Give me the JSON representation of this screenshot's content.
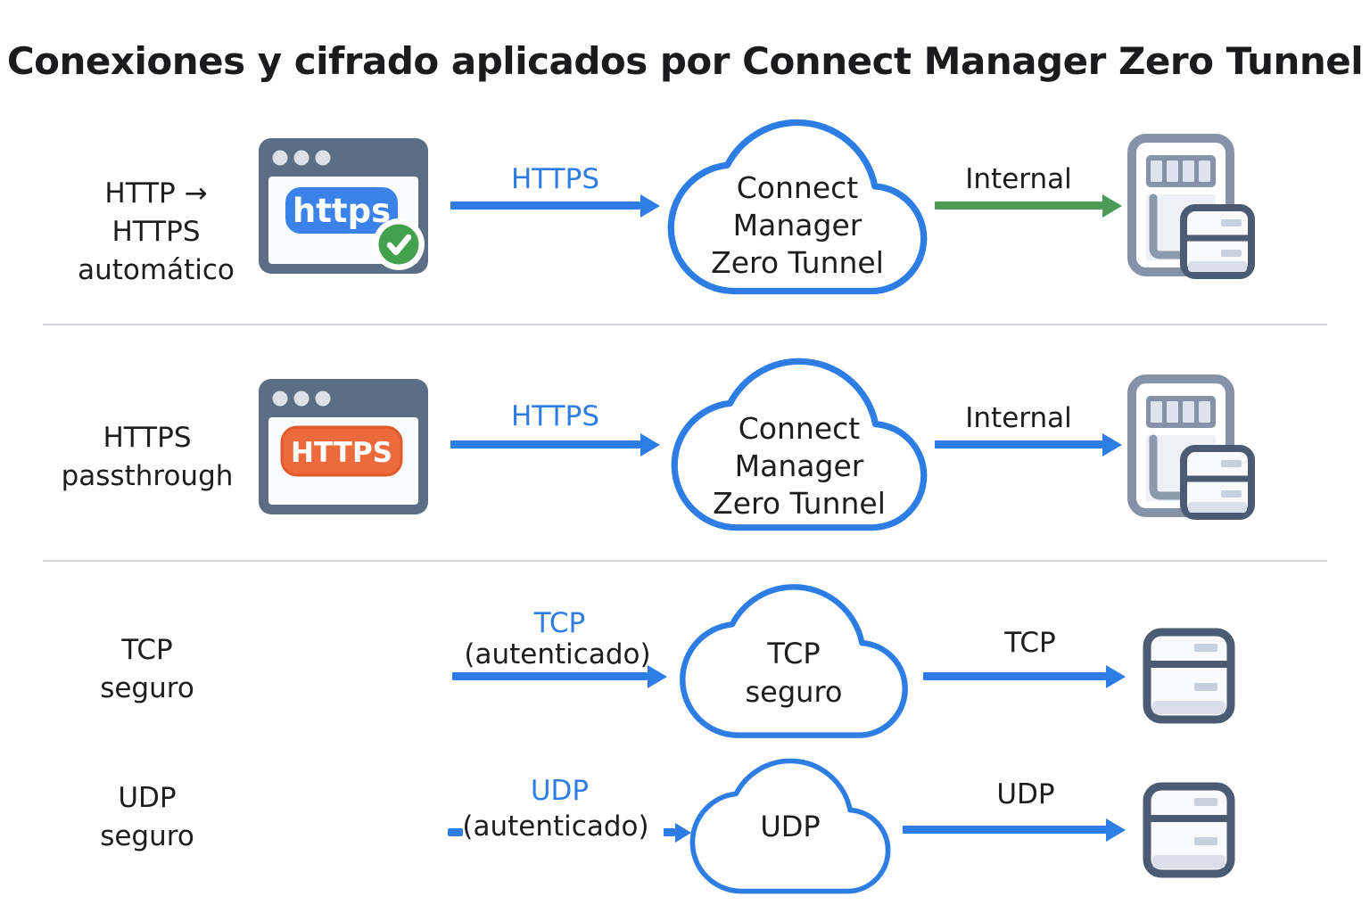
{
  "title": "Conexiones y cifrado aplicados por Connect Manager Zero Tunnel",
  "colors": {
    "blue": "#2e7de4",
    "green": "#4e9b57",
    "orange_badge": "#ed6a3d",
    "blue_badge": "#3b82ea",
    "browser_slate": "#5b6e86",
    "server_dark": "#4b5b74",
    "appliance_gray": "#8592a7",
    "check_green": "#43a04c",
    "text_black": "#1d1d1f"
  },
  "rows": [
    {
      "label_lines": [
        "HTTP →",
        "HTTPS",
        "automático"
      ],
      "browser": {
        "badge": "https"
      },
      "in_arrow": {
        "label": "HTTPS",
        "color": "blue"
      },
      "cloud_lines": [
        "Connect",
        "Manager",
        "Zero Tunnel"
      ],
      "out_arrow": {
        "label": "Internal",
        "color": "green"
      }
    },
    {
      "label_lines": [
        "HTTPS",
        "passthrough"
      ],
      "browser": {
        "badge": "HTTPS"
      },
      "in_arrow": {
        "label": "HTTPS",
        "color": "blue"
      },
      "cloud_lines": [
        "Connect",
        "Manager",
        "Zero Tunnel"
      ],
      "out_arrow": {
        "label": "Internal",
        "color": "blue"
      }
    },
    {
      "label_lines": [
        "TCP",
        "seguro"
      ],
      "in_arrow": {
        "label": "TCP",
        "sublabel": "(autenticado)",
        "color": "blue",
        "dashed": false
      },
      "cloud_lines": [
        "TCP",
        "seguro"
      ],
      "out_arrow": {
        "label": "TCP",
        "color": "blue"
      }
    },
    {
      "label_lines": [
        "UDP",
        "seguro"
      ],
      "in_arrow": {
        "label": "UDP",
        "sublabel": "(autenticado)",
        "color": "blue",
        "dashed": true
      },
      "cloud_lines": [
        "UDP"
      ],
      "out_arrow": {
        "label": "UDP",
        "color": "blue"
      }
    }
  ]
}
